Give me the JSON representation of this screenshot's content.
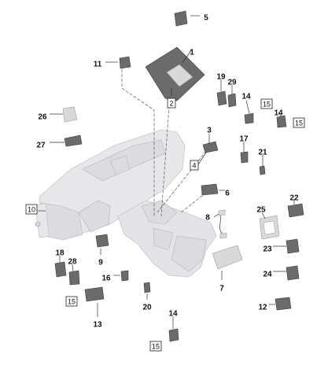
{
  "callouts": [
    {
      "label": "1",
      "boxed": false
    },
    {
      "label": "2",
      "boxed": true
    },
    {
      "label": "3",
      "boxed": false
    },
    {
      "label": "4",
      "boxed": true
    },
    {
      "label": "5",
      "boxed": false
    },
    {
      "label": "6",
      "boxed": false
    },
    {
      "label": "7",
      "boxed": false
    },
    {
      "label": "8",
      "boxed": false
    },
    {
      "label": "9",
      "boxed": false
    },
    {
      "label": "10",
      "boxed": true
    },
    {
      "label": "11",
      "boxed": false
    },
    {
      "label": "12",
      "boxed": false
    },
    {
      "label": "13",
      "boxed": false
    },
    {
      "label": "14",
      "boxed": false
    },
    {
      "label": "15",
      "boxed": true
    },
    {
      "label": "14",
      "boxed": false
    },
    {
      "label": "15",
      "boxed": true
    },
    {
      "label": "14",
      "boxed": false
    },
    {
      "label": "15",
      "boxed": true
    },
    {
      "label": "15",
      "boxed": true
    },
    {
      "label": "16",
      "boxed": false
    },
    {
      "label": "17",
      "boxed": false
    },
    {
      "label": "18",
      "boxed": false
    },
    {
      "label": "19",
      "boxed": false
    },
    {
      "label": "20",
      "boxed": false
    },
    {
      "label": "21",
      "boxed": false
    },
    {
      "label": "22",
      "boxed": false
    },
    {
      "label": "23",
      "boxed": false
    },
    {
      "label": "24",
      "boxed": false
    },
    {
      "label": "25",
      "boxed": false
    },
    {
      "label": "26",
      "boxed": false
    },
    {
      "label": "27",
      "boxed": false
    },
    {
      "label": "28",
      "boxed": false
    },
    {
      "label": "29",
      "boxed": false
    }
  ]
}
